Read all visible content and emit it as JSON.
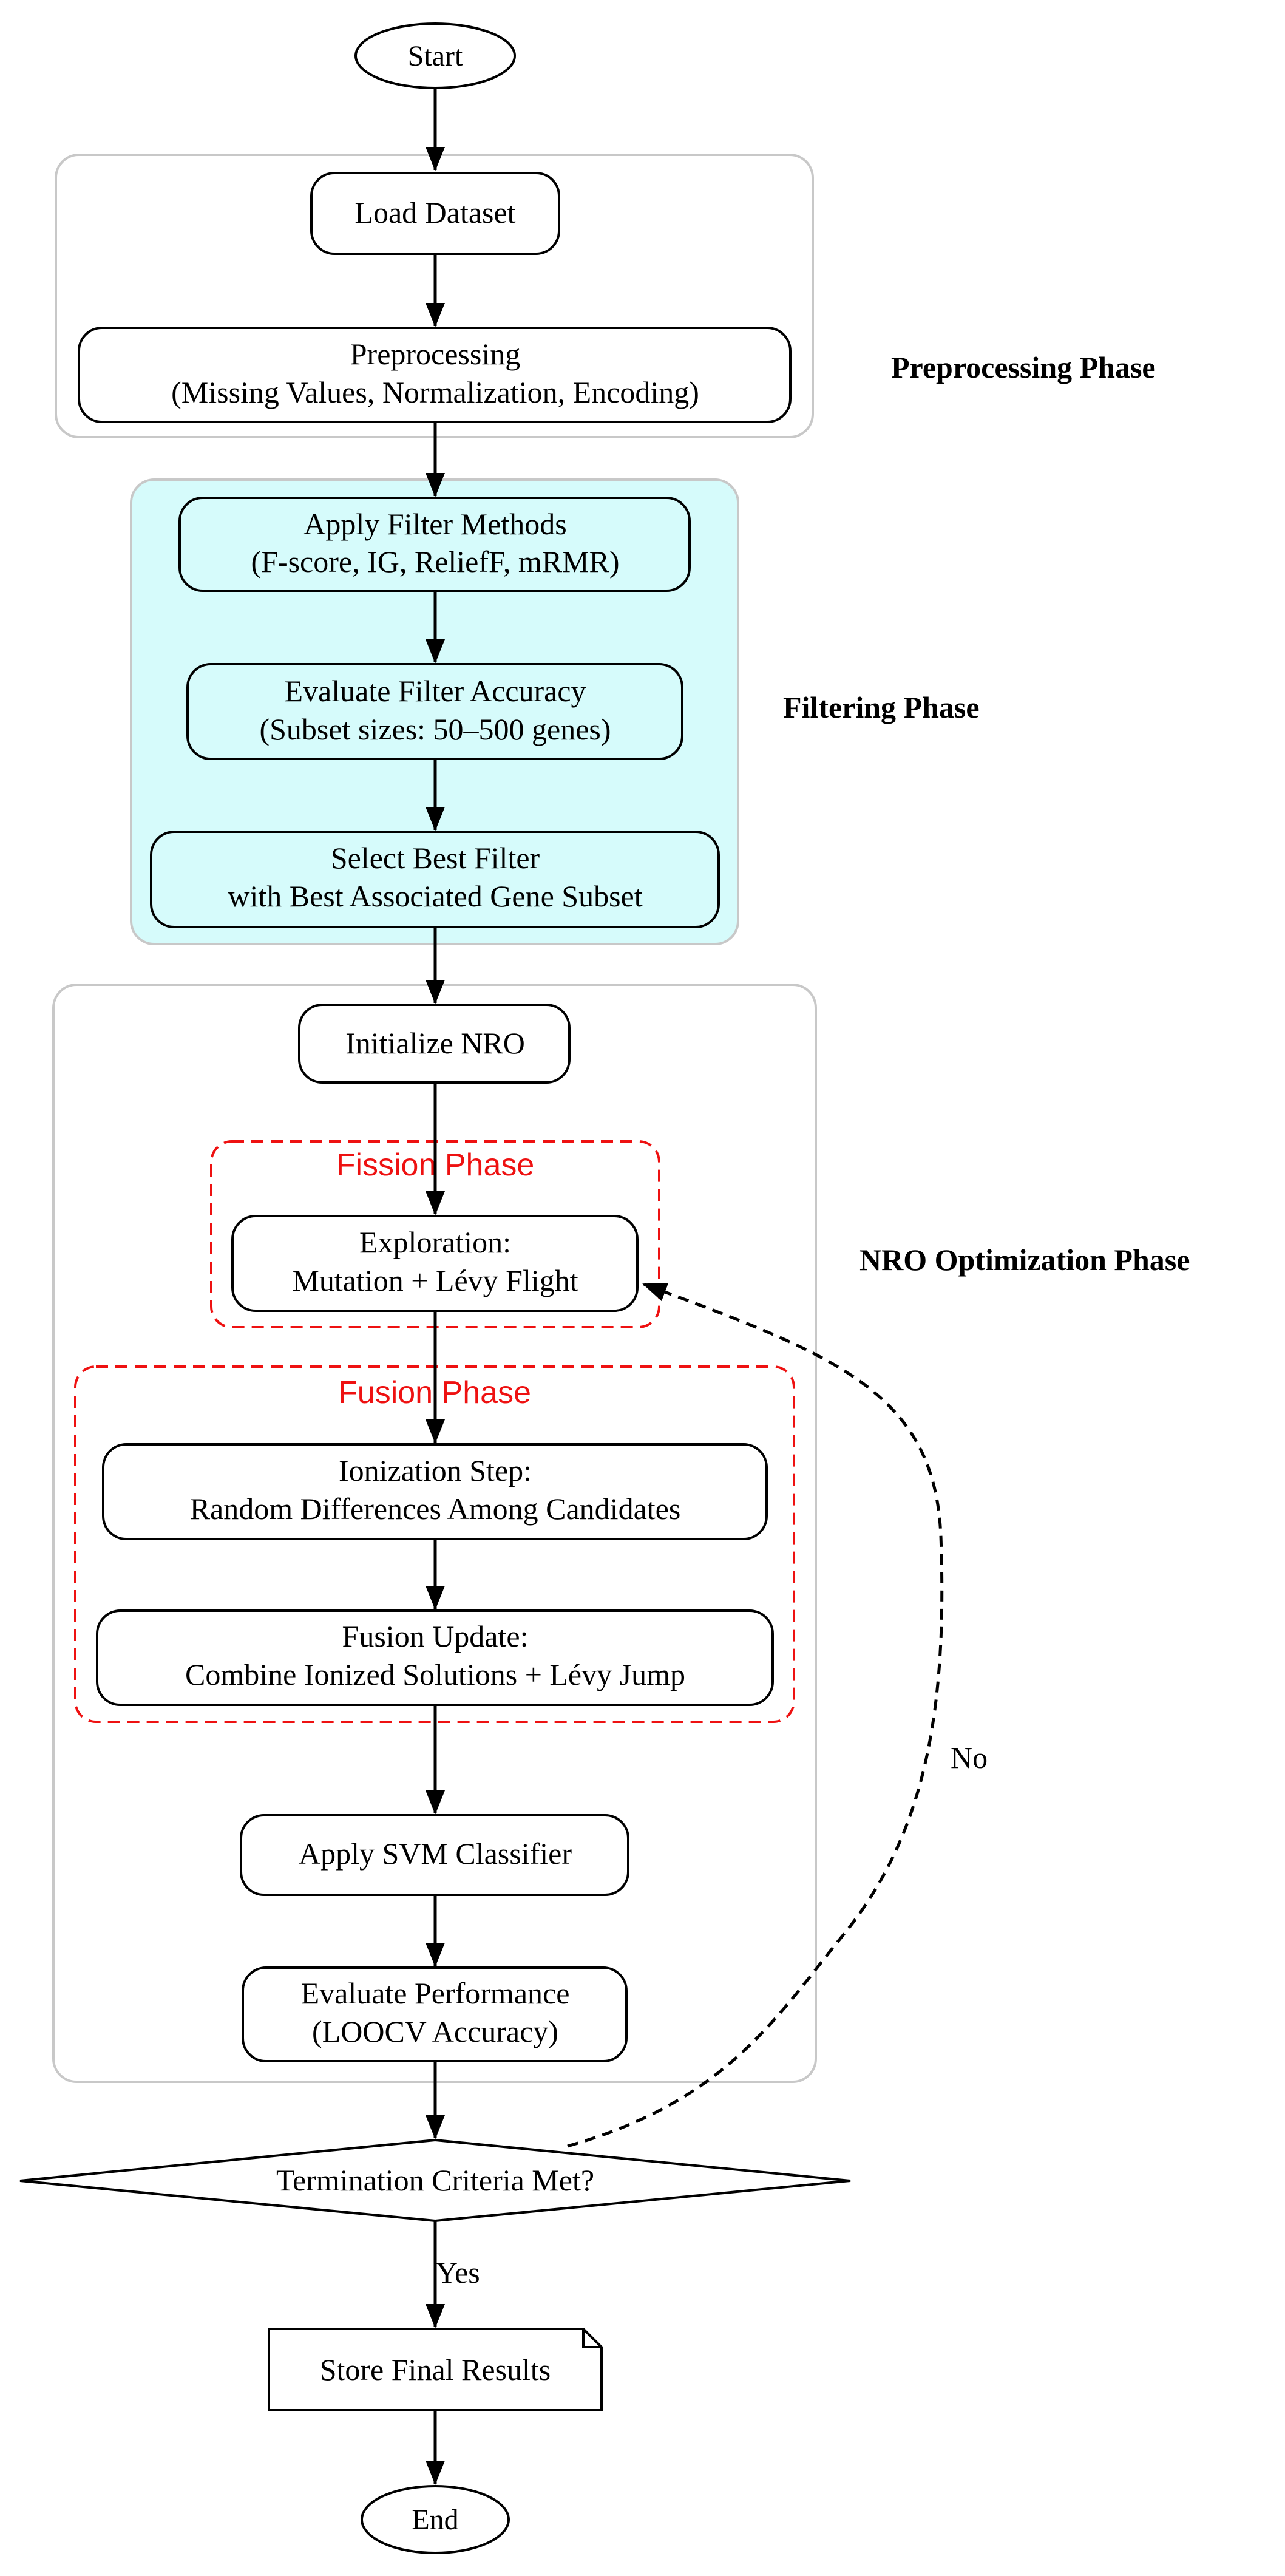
{
  "nodes": {
    "start": "Start",
    "load": "Load Dataset",
    "pre_1": "Preprocessing",
    "pre_2": "(Missing Values, Normalization, Encoding)",
    "filter_1": "Apply Filter Methods",
    "filter_2": "(F-score, IG, ReliefF, mRMR)",
    "evalf_1": "Evaluate Filter Accuracy",
    "evalf_2": "(Subset sizes: 50–500 genes)",
    "select_1": "Select Best Filter",
    "select_2": "with Best Associated Gene Subset",
    "init": "Initialize NRO",
    "explore_1": "Exploration:",
    "explore_2": "Mutation + Lévy Flight",
    "ion_1": "Ionization Step:",
    "ion_2": "Random Differences Among Candidates",
    "fuse_1": "Fusion Update:",
    "fuse_2": "Combine Ionized Solutions + Lévy Jump",
    "svm": "Apply SVM Classifier",
    "perf_1": "Evaluate Performance",
    "perf_2": "(LOOCV Accuracy)",
    "decision": "Termination Criteria Met?",
    "store": "Store Final Results",
    "end": "End"
  },
  "clusters": {
    "preprocessing": "Preprocessing Phase",
    "filtering": "Filtering Phase",
    "nro": "NRO Optimization Phase",
    "fission": "Fission Phase",
    "fusion": "Fusion Phase"
  },
  "edges": {
    "yes": "Yes",
    "no": "No"
  },
  "colors": {
    "filter_fill": "#d6fbfb",
    "cluster_border": "#c8c8c8",
    "subcluster": "#ee1111",
    "line": "#000000"
  }
}
